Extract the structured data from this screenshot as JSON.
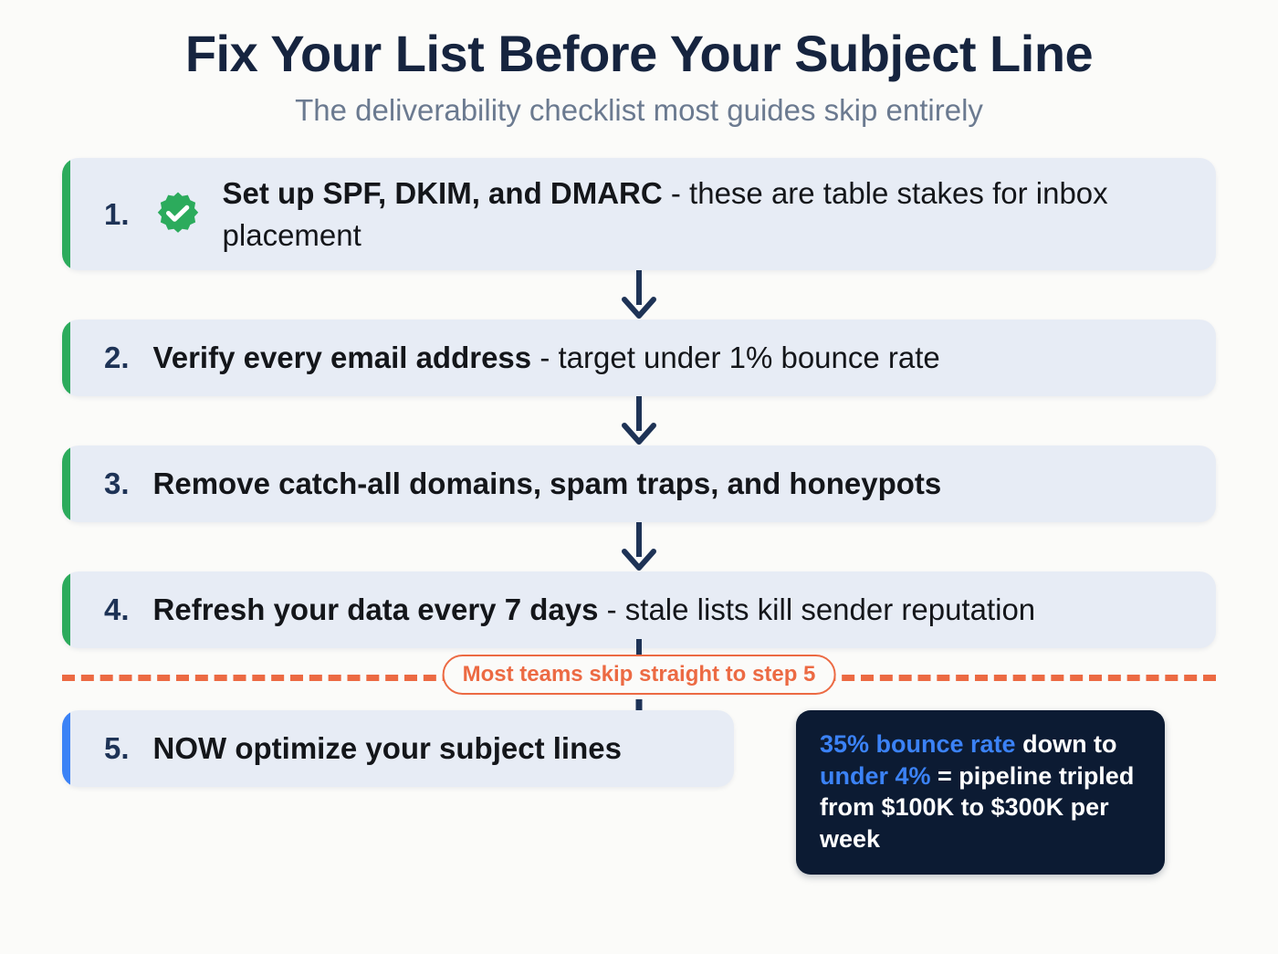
{
  "header": {
    "title": "Fix Your List Before Your Subject Line",
    "subtitle": "The deliverability checklist most guides skip entirely"
  },
  "colors": {
    "page_background": "#fbfbf9",
    "card_background": "#e7ecf5",
    "title_navy": "#16243f",
    "subtitle_slate": "#6b7a90",
    "accent_green": "#2cab5c",
    "accent_blue": "#3b82f6",
    "divider_orange": "#ec6a43",
    "result_box_navy": "#0c1b33",
    "arrow_navy": "#1e3356"
  },
  "steps": [
    {
      "number": "1.",
      "lead": "Set up SPF, DKIM, and DMARC",
      "rest": " - these are table stakes for inbox placement",
      "accent": "green",
      "badge": "verified-check-badge-icon"
    },
    {
      "number": "2.",
      "lead": "Verify every email address",
      "rest": " - target under 1% bounce rate",
      "accent": "green",
      "badge": null
    },
    {
      "number": "3.",
      "lead": "Remove catch-all domains, spam traps, and honeypots",
      "rest": "",
      "accent": "green",
      "badge": null
    },
    {
      "number": "4.",
      "lead": "Refresh your data every 7 days",
      "rest": " - stale lists kill sender reputation",
      "accent": "green",
      "badge": null
    }
  ],
  "divider": {
    "label": "Most teams skip straight to step 5"
  },
  "final_step": {
    "number": "5.",
    "lead": "NOW optimize your subject lines",
    "rest": "",
    "accent": "blue"
  },
  "result_box": {
    "segment_1": "35% bounce rate",
    "segment_2": " down to ",
    "segment_3": "under 4%",
    "segment_4": " = pipeline tripled from $100K to $300K per week"
  }
}
